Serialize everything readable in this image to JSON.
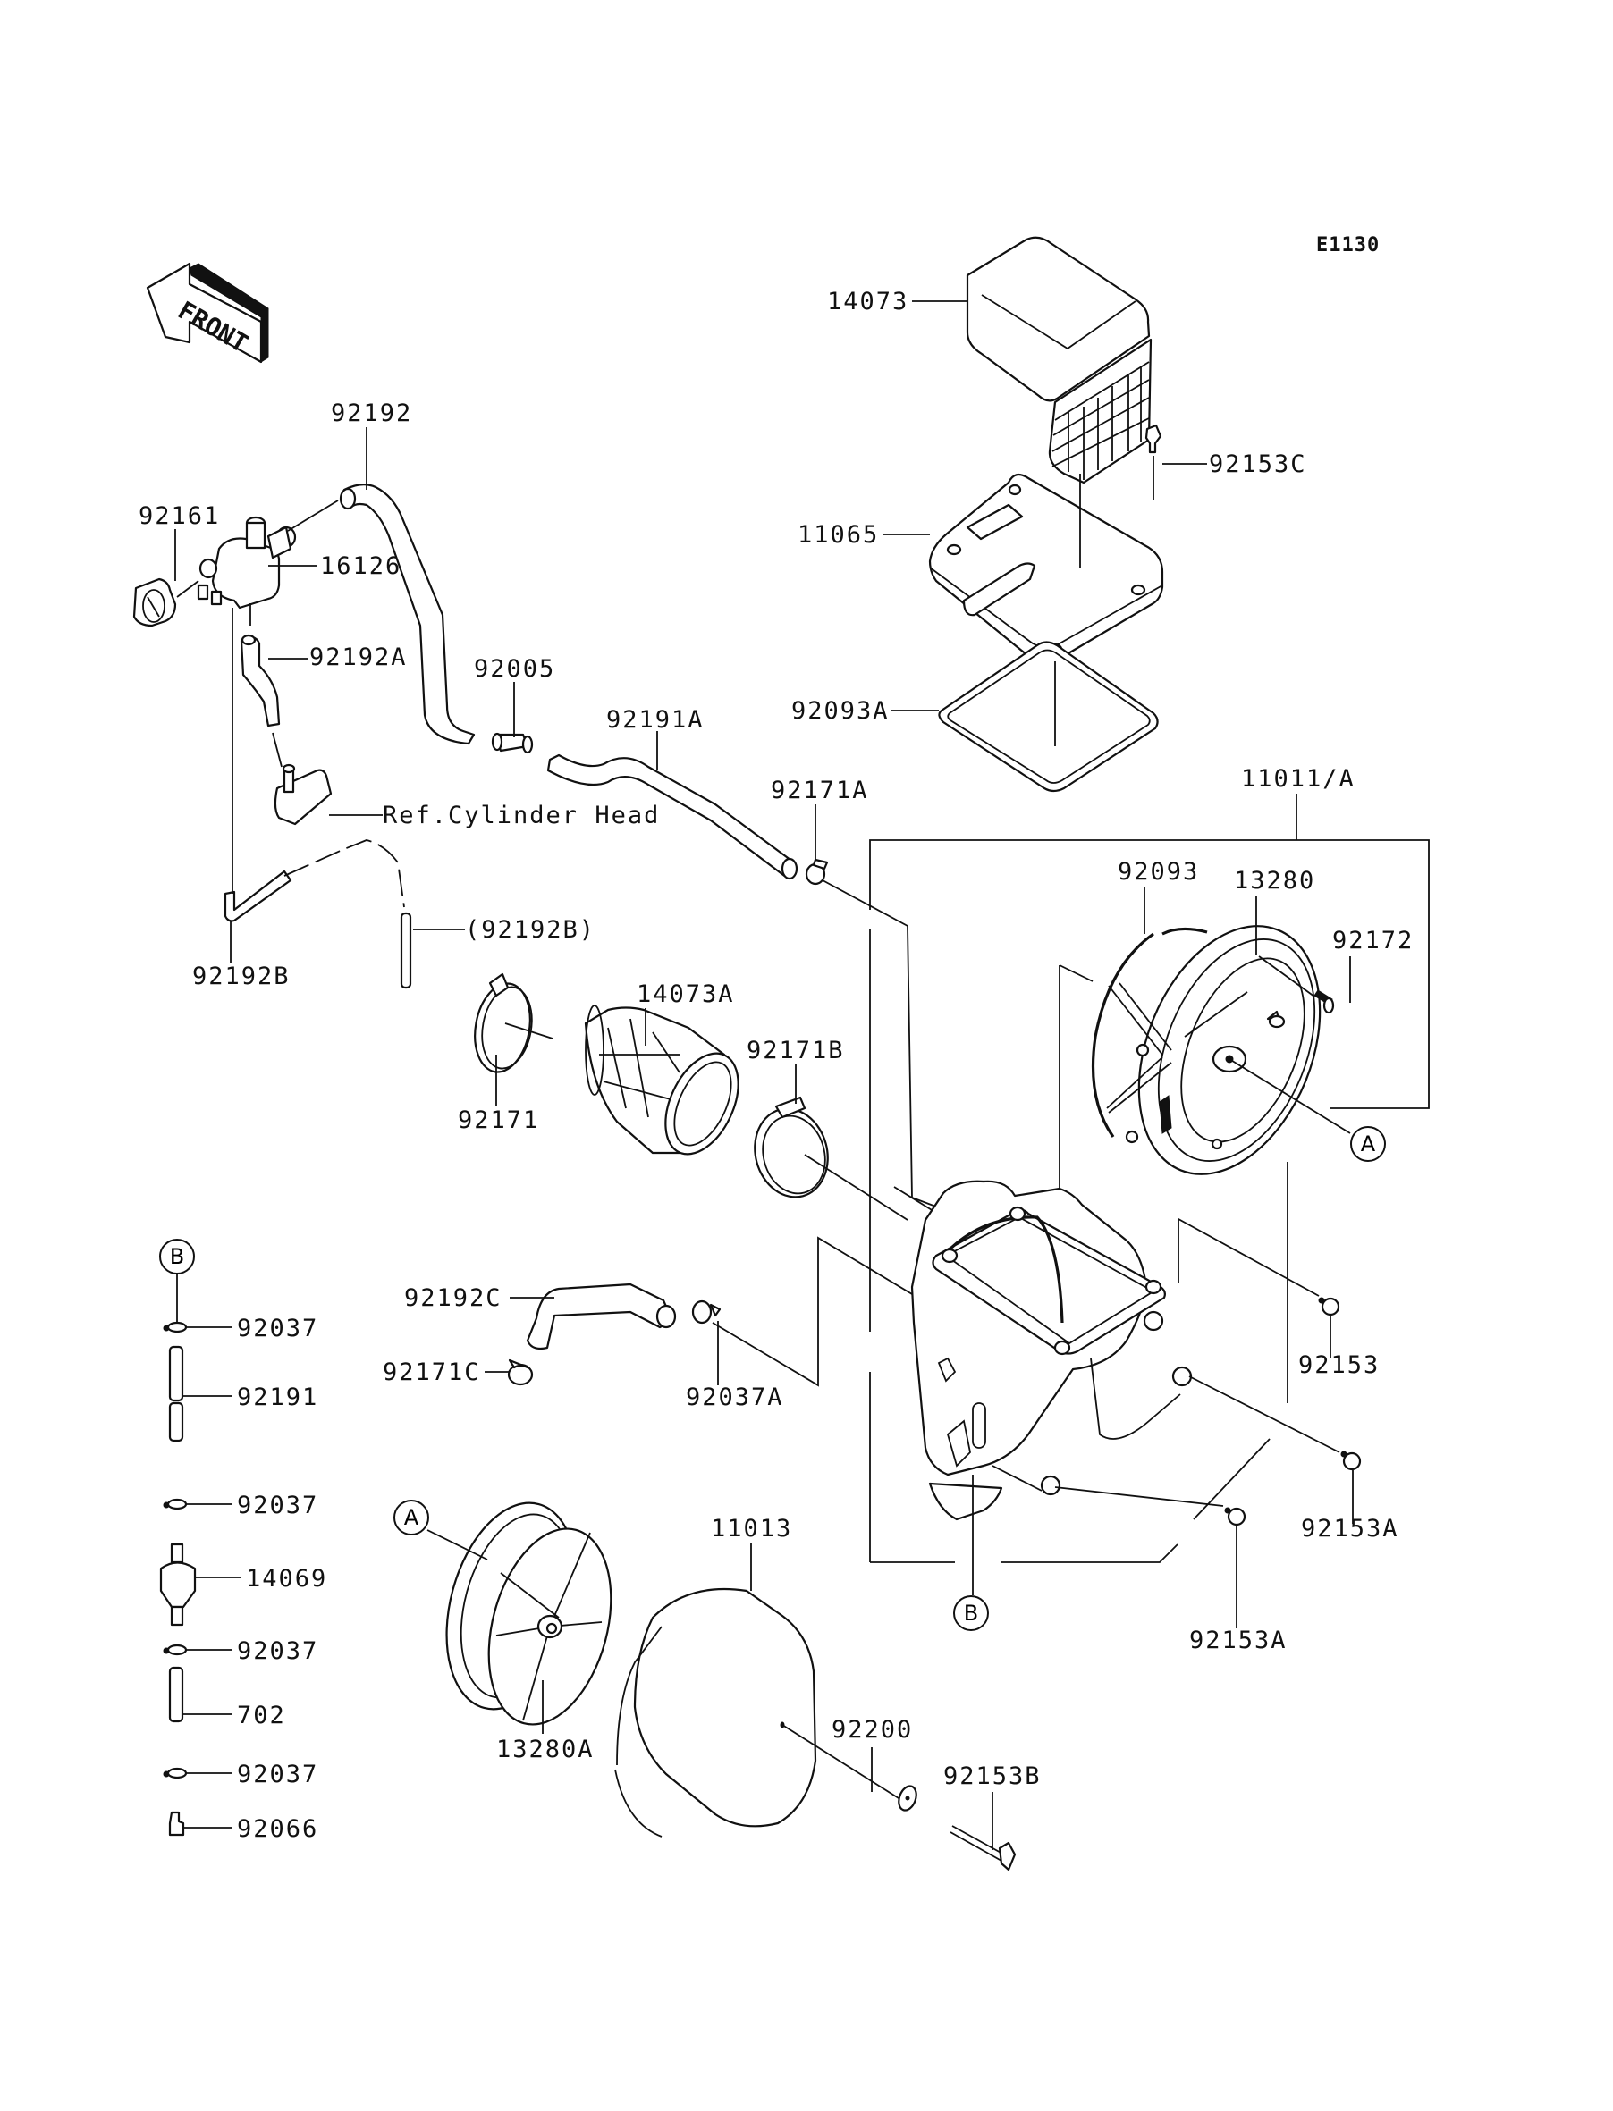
{
  "diagram_code": "E1130",
  "front_indicator": "FRONT",
  "reference_note": "Ref.Cylinder Head",
  "part_labels": {
    "p14073": "14073",
    "p92153C": "92153C",
    "p11065": "11065",
    "p92093A": "92093A",
    "p11011A": "11011/A",
    "p92093": "92093",
    "p13280": "13280",
    "p92172": "92172",
    "p92192": "92192",
    "p92161": "92161",
    "p16126": "16126",
    "p92192A": "92192A",
    "p92005": "92005",
    "p92191A": "92191A",
    "p92171A": "92171A",
    "p92192B": "92192B",
    "p92192B_ref": "(92192B)",
    "p14073A": "14073A",
    "p92171B": "92171B",
    "p92171": "92171",
    "p92192C": "92192C",
    "p92171C": "92171C",
    "p92037A": "92037A",
    "p92153": "92153",
    "p92153A_1": "92153A",
    "p92153A_2": "92153A",
    "p11013": "11013",
    "p13280A": "13280A",
    "p92200": "92200",
    "p92153B": "92153B"
  },
  "drain_kit": {
    "items": [
      {
        "label": "92037"
      },
      {
        "label": "92191"
      },
      {
        "label": "92037"
      },
      {
        "label": "14069"
      },
      {
        "label": "92037"
      },
      {
        "label": "702"
      },
      {
        "label": "92037"
      },
      {
        "label": "92066"
      }
    ]
  },
  "callouts": {
    "a": "A",
    "b": "B"
  }
}
